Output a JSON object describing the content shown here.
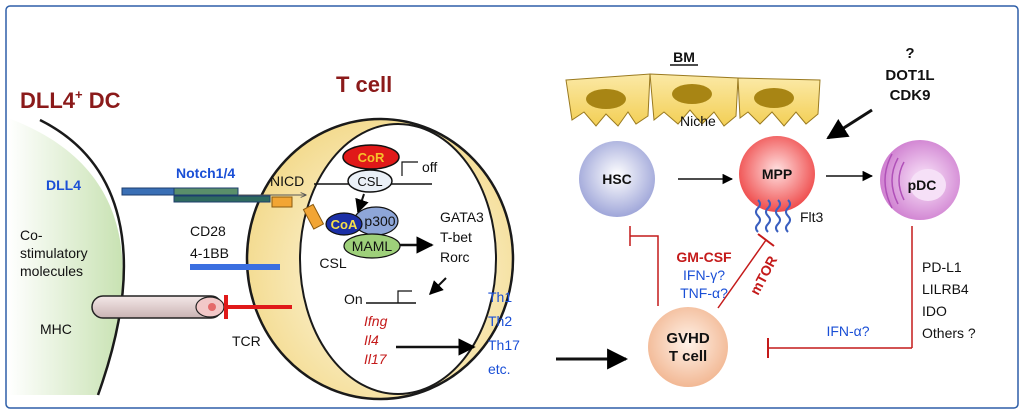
{
  "colors": {
    "dark_red": "#8b1a1a",
    "blue_text": "#1a4fd6",
    "red_text": "#c41a1a",
    "frame": "#2f5fa8",
    "dc_green": "#d9ecc9",
    "tcell_yellow": "#f7e3a3",
    "niche_yellow": "#f4d76a"
  },
  "left": {
    "dc_title": "DLL4",
    "dc_title_sup": "+",
    "dc_title_suffix": " DC",
    "tcell_title": "T cell",
    "dll4_label": "DLL4",
    "notch_label": "Notch1/4",
    "nicd_label": "NICD",
    "cor_label": "CoR",
    "csl_top_label": "CSL",
    "off_label": "off",
    "coa_label": "CoA",
    "p300_label": "p300",
    "maml_label": "MAML",
    "csl_bottom_label": "CSL",
    "tf_labels": [
      "GATA3",
      "T-bet",
      "Rorc"
    ],
    "cd28_label": "CD28",
    "bb41_label": "4-1BB",
    "costim_lines": [
      "Co-",
      "stimulatory",
      "molecules"
    ],
    "mhc_label": "MHC",
    "tcr_label": "TCR",
    "on_label": "On",
    "genes": [
      "Ifng",
      "Il4",
      "Il17"
    ],
    "th_labels": [
      "Th1",
      "Th2",
      "Th17",
      "etc."
    ]
  },
  "right": {
    "bm_label": "BM",
    "niche_label": "Niche",
    "q_label": "?",
    "dot1l_label": "DOT1L",
    "cdk9_label": "CDK9",
    "hsc_label": "HSC",
    "mpp_label": "MPP",
    "pdc_label": "pDC",
    "flt3_label": "Flt3",
    "gmcsf_label": "GM-CSF",
    "ifng_q_label": "IFN-γ?",
    "tnfa_q_label": "TNF-α?",
    "mtor_label": "mTOR",
    "gvhd_lines": [
      "GVHD",
      "T cell"
    ],
    "ifna_q_label": "IFN-α?",
    "checkpoints": [
      "PD-L1",
      "LILRB4",
      "IDO",
      "Others ?"
    ]
  }
}
